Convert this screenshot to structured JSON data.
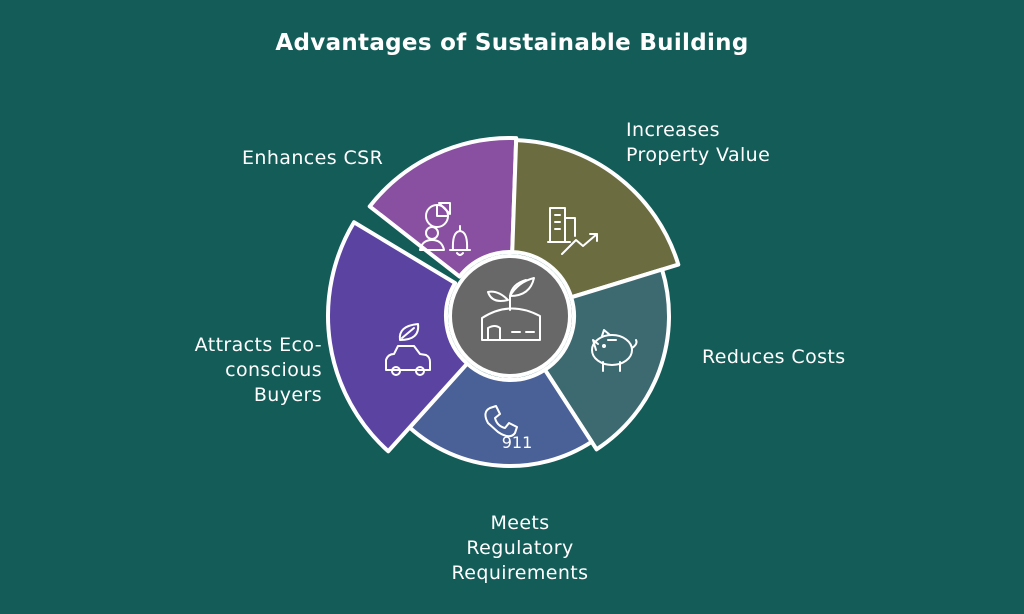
{
  "title": "Advantages of Sustainable Building",
  "segments": [
    {
      "id": "csr",
      "label": "Enhances CSR",
      "icon": "pie-chart-person-bell-icon",
      "color": "#894fa0"
    },
    {
      "id": "property",
      "label": "Increases\nProperty Value",
      "icon": "building-growth-arrow-icon",
      "color": "#6b6c40"
    },
    {
      "id": "costs",
      "label": "Reduces Costs",
      "icon": "piggy-bank-icon",
      "color": "#3d6a71"
    },
    {
      "id": "regulatory",
      "label": "Meets\nRegulatory\nRequirements",
      "icon": "phone-911-icon",
      "icon_text": "911",
      "color": "#4a6197"
    },
    {
      "id": "eco",
      "label": "Attracts Eco-\nconscious Buyers",
      "icon": "car-leaf-icon",
      "color": "#5b43a1"
    }
  ],
  "center": {
    "icon": "green-building-leaf-icon",
    "color": "#686868"
  }
}
